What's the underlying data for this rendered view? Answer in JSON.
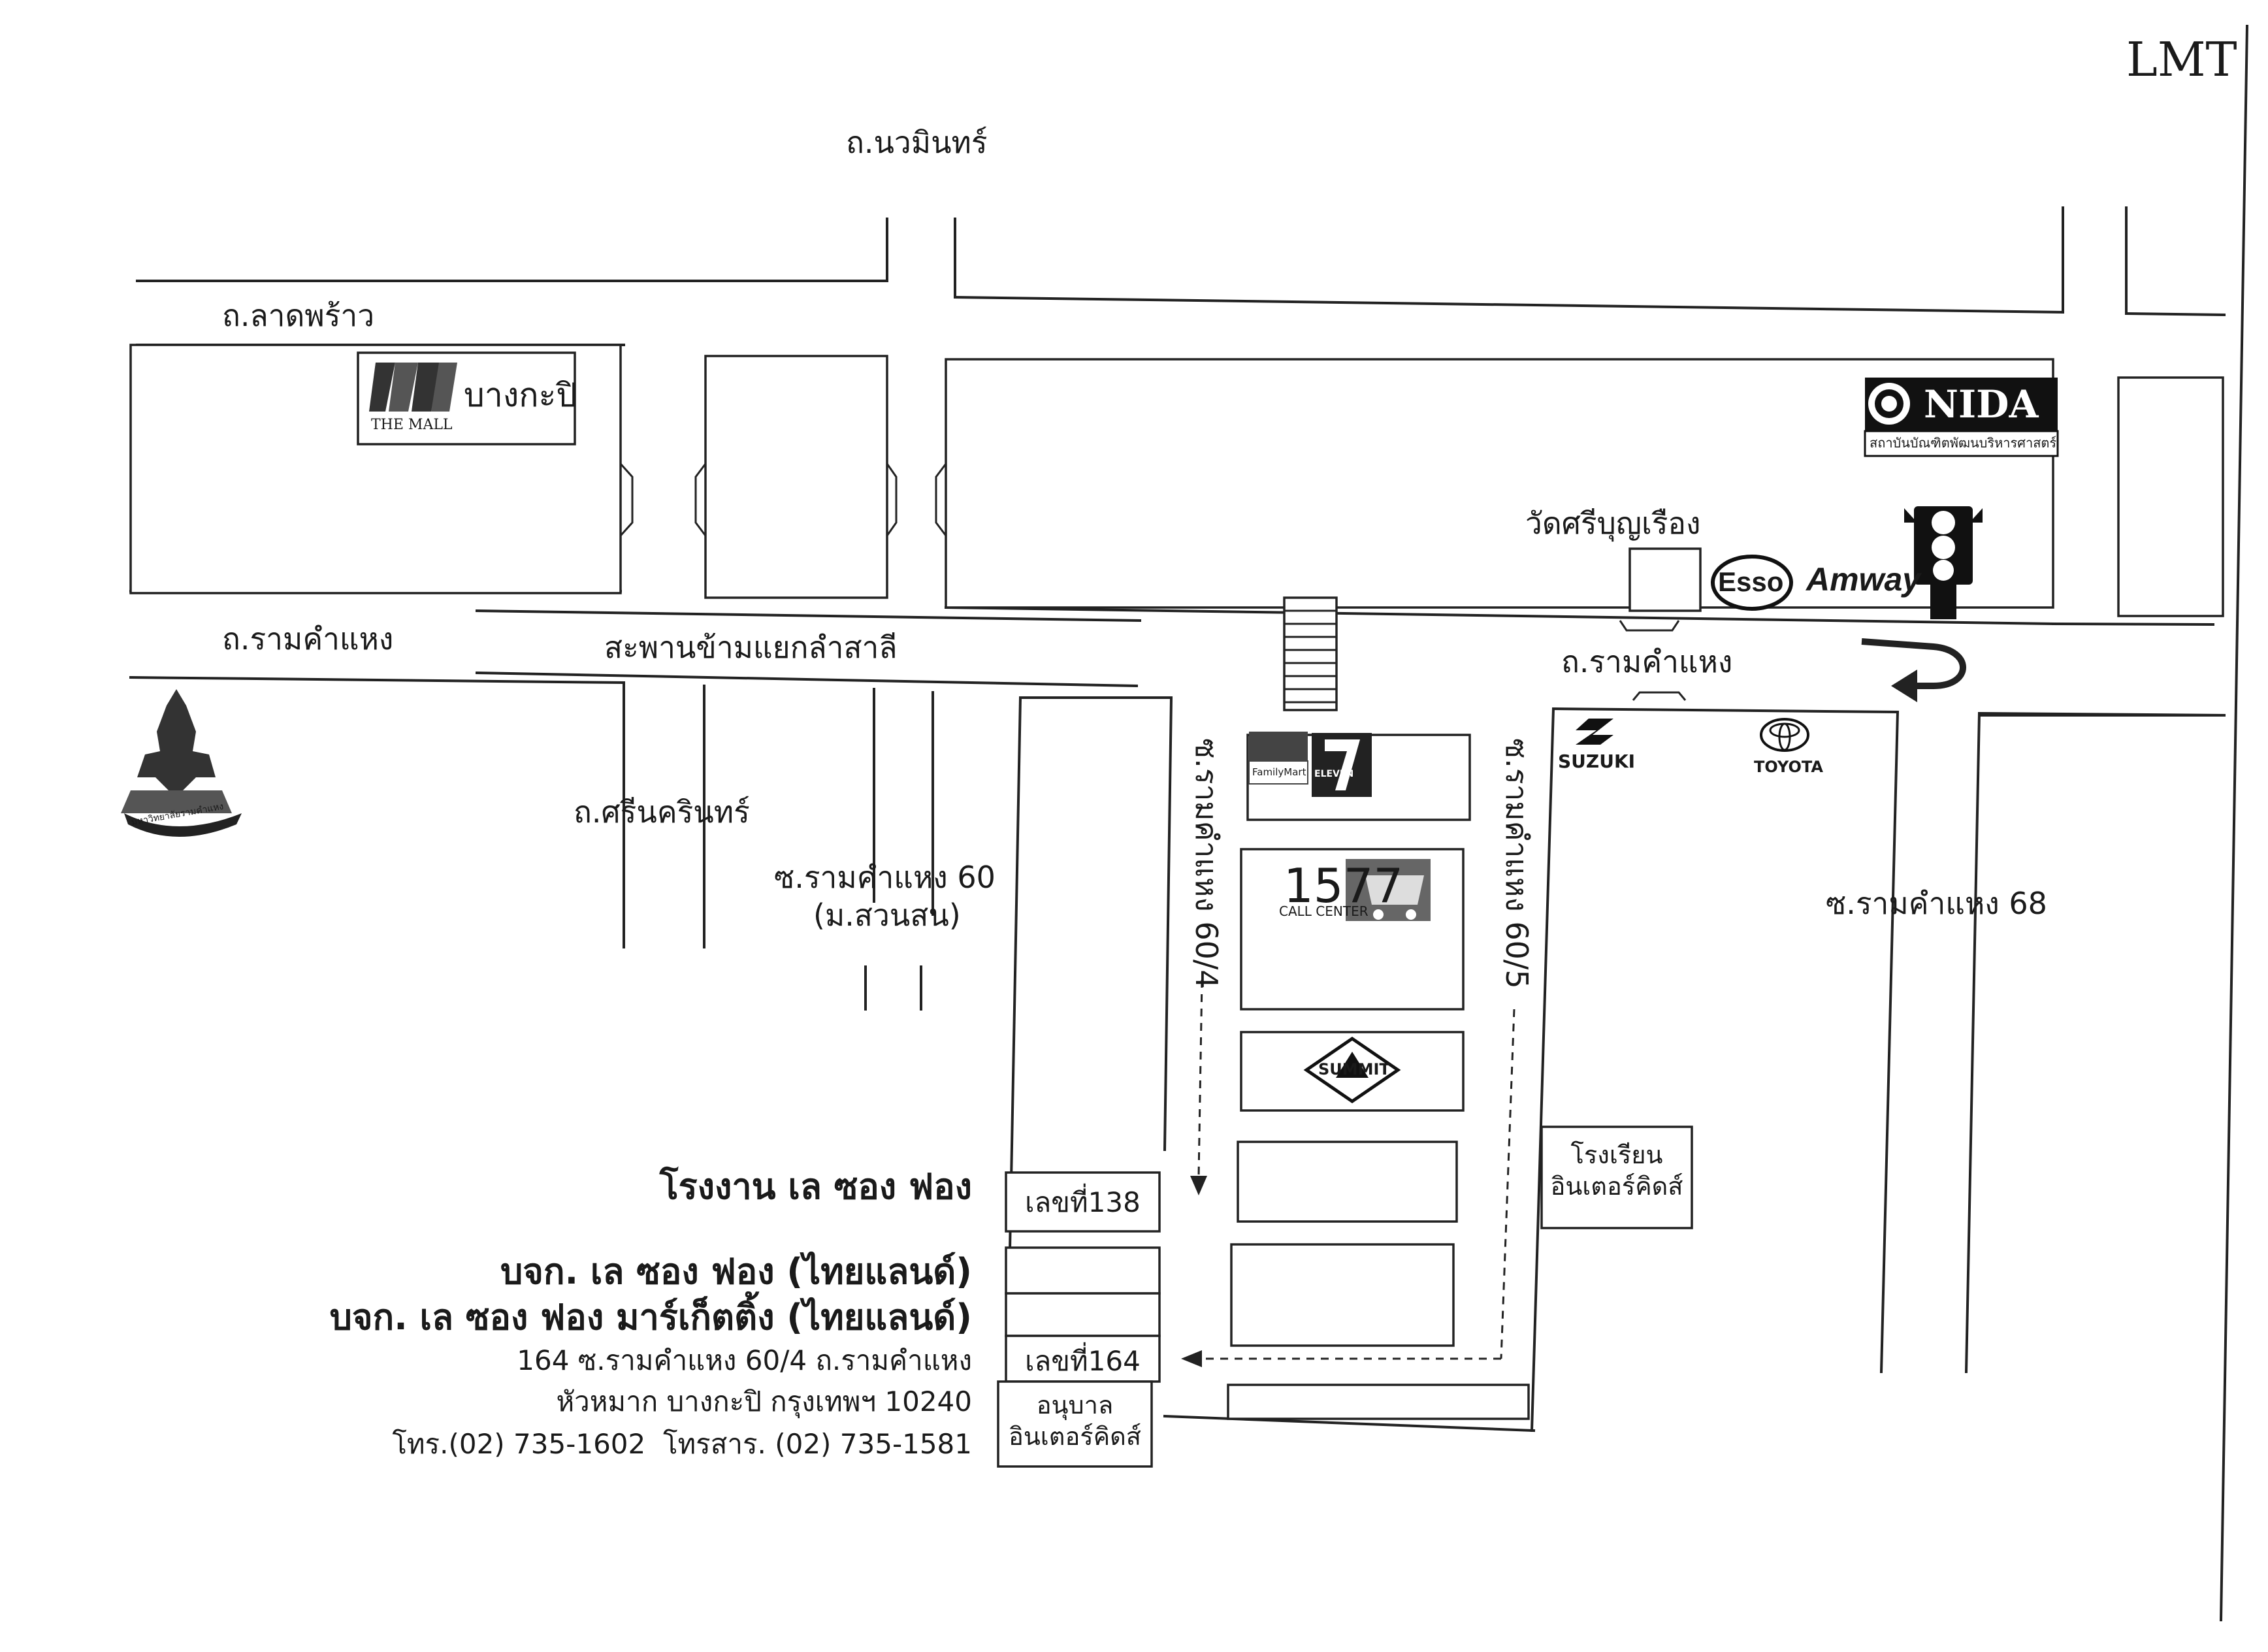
{
  "annotation": "LMT",
  "roads": {
    "nawamin": "ถ.นวมินทร์",
    "lat_phrao": "ถ.ลาดพร้าว",
    "ramkhamhaeng_west": "ถ.รามคำแหง",
    "ramkhamhaeng_east": "ถ.รามคำแหง",
    "bridge": "สะพานข้ามแยกลำสาลี",
    "srinakarin": "ถ.ศรีนครินทร์",
    "soi_60": "ซ.รามคำแหง 60",
    "soi_60_sub": "(ม.สวนสน)",
    "soi_60_4": "ซ.รามคำแหง 60/4",
    "soi_60_5": "ซ.รามคำแหง 60/5",
    "soi_68": "ซ.รามคำแหง 68"
  },
  "landmarks": {
    "the_mall_brand": "THE MALL",
    "the_mall_branch": "บางกะปิ",
    "nida_name": "NIDA",
    "nida_subtitle": "สถาบันบัณฑิตพัฒนบริหารศาสตร์",
    "temple": "วัดศรีบุญเรือง",
    "esso": "Esso",
    "amway": "Amway",
    "suzuki": "SUZUKI",
    "toyota": "TOYOTA",
    "familymart": "FamilyMart",
    "seven_eleven": "ELEVEN",
    "call_center_number": "1577",
    "call_center_label": "CALL CENTER",
    "summit": "SUMMIT",
    "school": "โรงเรียน\nอินเตอร์คิดส์",
    "kindergarten": "อนุบาล\nอินเตอร์คิดส์",
    "no_138": "เลขที่138",
    "no_164": "เลขที่164",
    "university_seal_text": "มหาวิทยาลัยรามคำแหง"
  },
  "company": {
    "factory": "โรงงาน เล ซอง ฟอง",
    "name_1": "บจก. เล ซอง ฟอง (ไทยแลนด์)",
    "name_2": "บจก. เล ซอง ฟอง มาร์เก็ตติ้ง (ไทยแลนด์)",
    "address_1": "164 ซ.รามคำแหง 60/4 ถ.รามคำแหง",
    "address_2": "หัวหมาก บางกะปิ กรุงเทพฯ 10240",
    "phone": "โทร.(02) 735-1602  โทรสาร. (02) 735-1581"
  }
}
